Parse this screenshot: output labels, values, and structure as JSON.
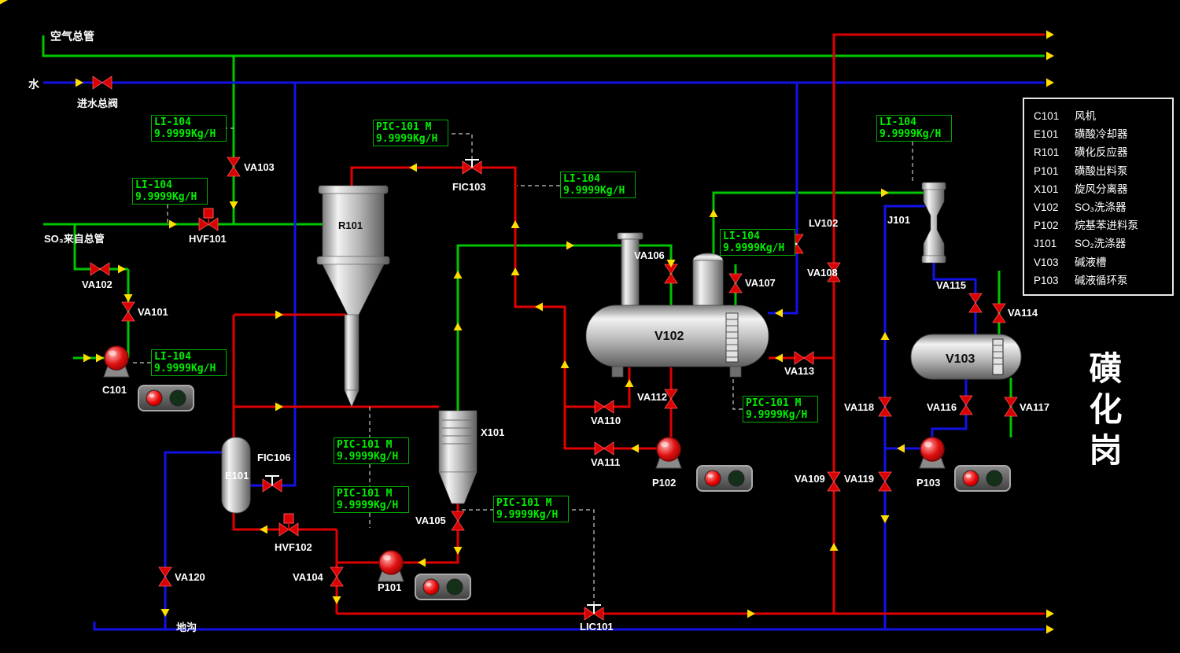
{
  "title": "磺化岗",
  "pipe_labels": {
    "air_main": "空气总管",
    "water": "水",
    "inlet_valve": "进水总阀",
    "so3_source": "SO₃来自总管",
    "trench": "地沟"
  },
  "equipment_labels": {
    "c101": "C101",
    "e101": "E101",
    "r101": "R101",
    "p101": "P101",
    "x101": "X101",
    "v102": "V102",
    "p102": "P102",
    "j101": "J101",
    "v103": "V103",
    "p103": "P103"
  },
  "valve_labels": {
    "va101": "VA101",
    "va102": "VA102",
    "va103": "VA103",
    "va104": "VA104",
    "va105": "VA105",
    "va106": "VA106",
    "va107": "VA107",
    "va108": "VA108",
    "va109": "VA109",
    "va110": "VA110",
    "va111": "VA111",
    "va112": "VA112",
    "va113": "VA113",
    "va114": "VA114",
    "va115": "VA115",
    "va116": "VA116",
    "va117": "VA117",
    "va118": "VA118",
    "va119": "VA119",
    "va120": "VA120",
    "hvf101": "HVF101",
    "hvf102": "HVF102",
    "fic103": "FIC103",
    "fic106": "FIC106",
    "lic101": "LIC101",
    "lv102": "LV102"
  },
  "instruments": [
    {
      "line1": "LI-104",
      "line2": "9.9999Kg/H"
    },
    {
      "line1": "LI-104",
      "line2": "9.9999Kg/H"
    },
    {
      "line1": "PIC-101  M",
      "line2": "9.9999Kg/H"
    },
    {
      "line1": "LI-104",
      "line2": "9.9999Kg/H"
    },
    {
      "line1": "LI-104",
      "line2": "9.9999Kg/H"
    },
    {
      "line1": "LI-104",
      "line2": "9.9999Kg/H"
    },
    {
      "line1": "LI-104",
      "line2": "9.9999Kg/H"
    },
    {
      "line1": "PIC-101  M",
      "line2": "9.9999Kg/H"
    },
    {
      "line1": "PIC-101  M",
      "line2": "9.9999Kg/H"
    },
    {
      "line1": "PIC-101  M",
      "line2": "9.9999Kg/H"
    },
    {
      "line1": "PIC-101  M",
      "line2": "9.9999Kg/H"
    }
  ],
  "legend": {
    "rows": [
      {
        "code": "C101",
        "name": "风机"
      },
      {
        "code": "E101",
        "name": "磺酸冷却器"
      },
      {
        "code": "R101",
        "name": "磺化反应器"
      },
      {
        "code": "P101",
        "name": "磺酸出料泵"
      },
      {
        "code": "X101",
        "name": "旋风分离器"
      },
      {
        "code": "V102",
        "name": "SO₃洗涤器"
      },
      {
        "code": "P102",
        "name": "烷基苯进料泵"
      },
      {
        "code": "J101",
        "name": "SO₂洗涤器"
      },
      {
        "code": "V103",
        "name": "碱液槽"
      },
      {
        "code": "P103",
        "name": "碱液循环泵"
      }
    ]
  },
  "colors": {
    "pipe_green": "#00c400",
    "pipe_red": "#e00000",
    "pipe_blue": "#1212e8",
    "flow_arrow": "#ffdd00",
    "instrument_text": "#00ee00",
    "lamp_run": "#e80000",
    "lamp_stop": "#143018"
  }
}
